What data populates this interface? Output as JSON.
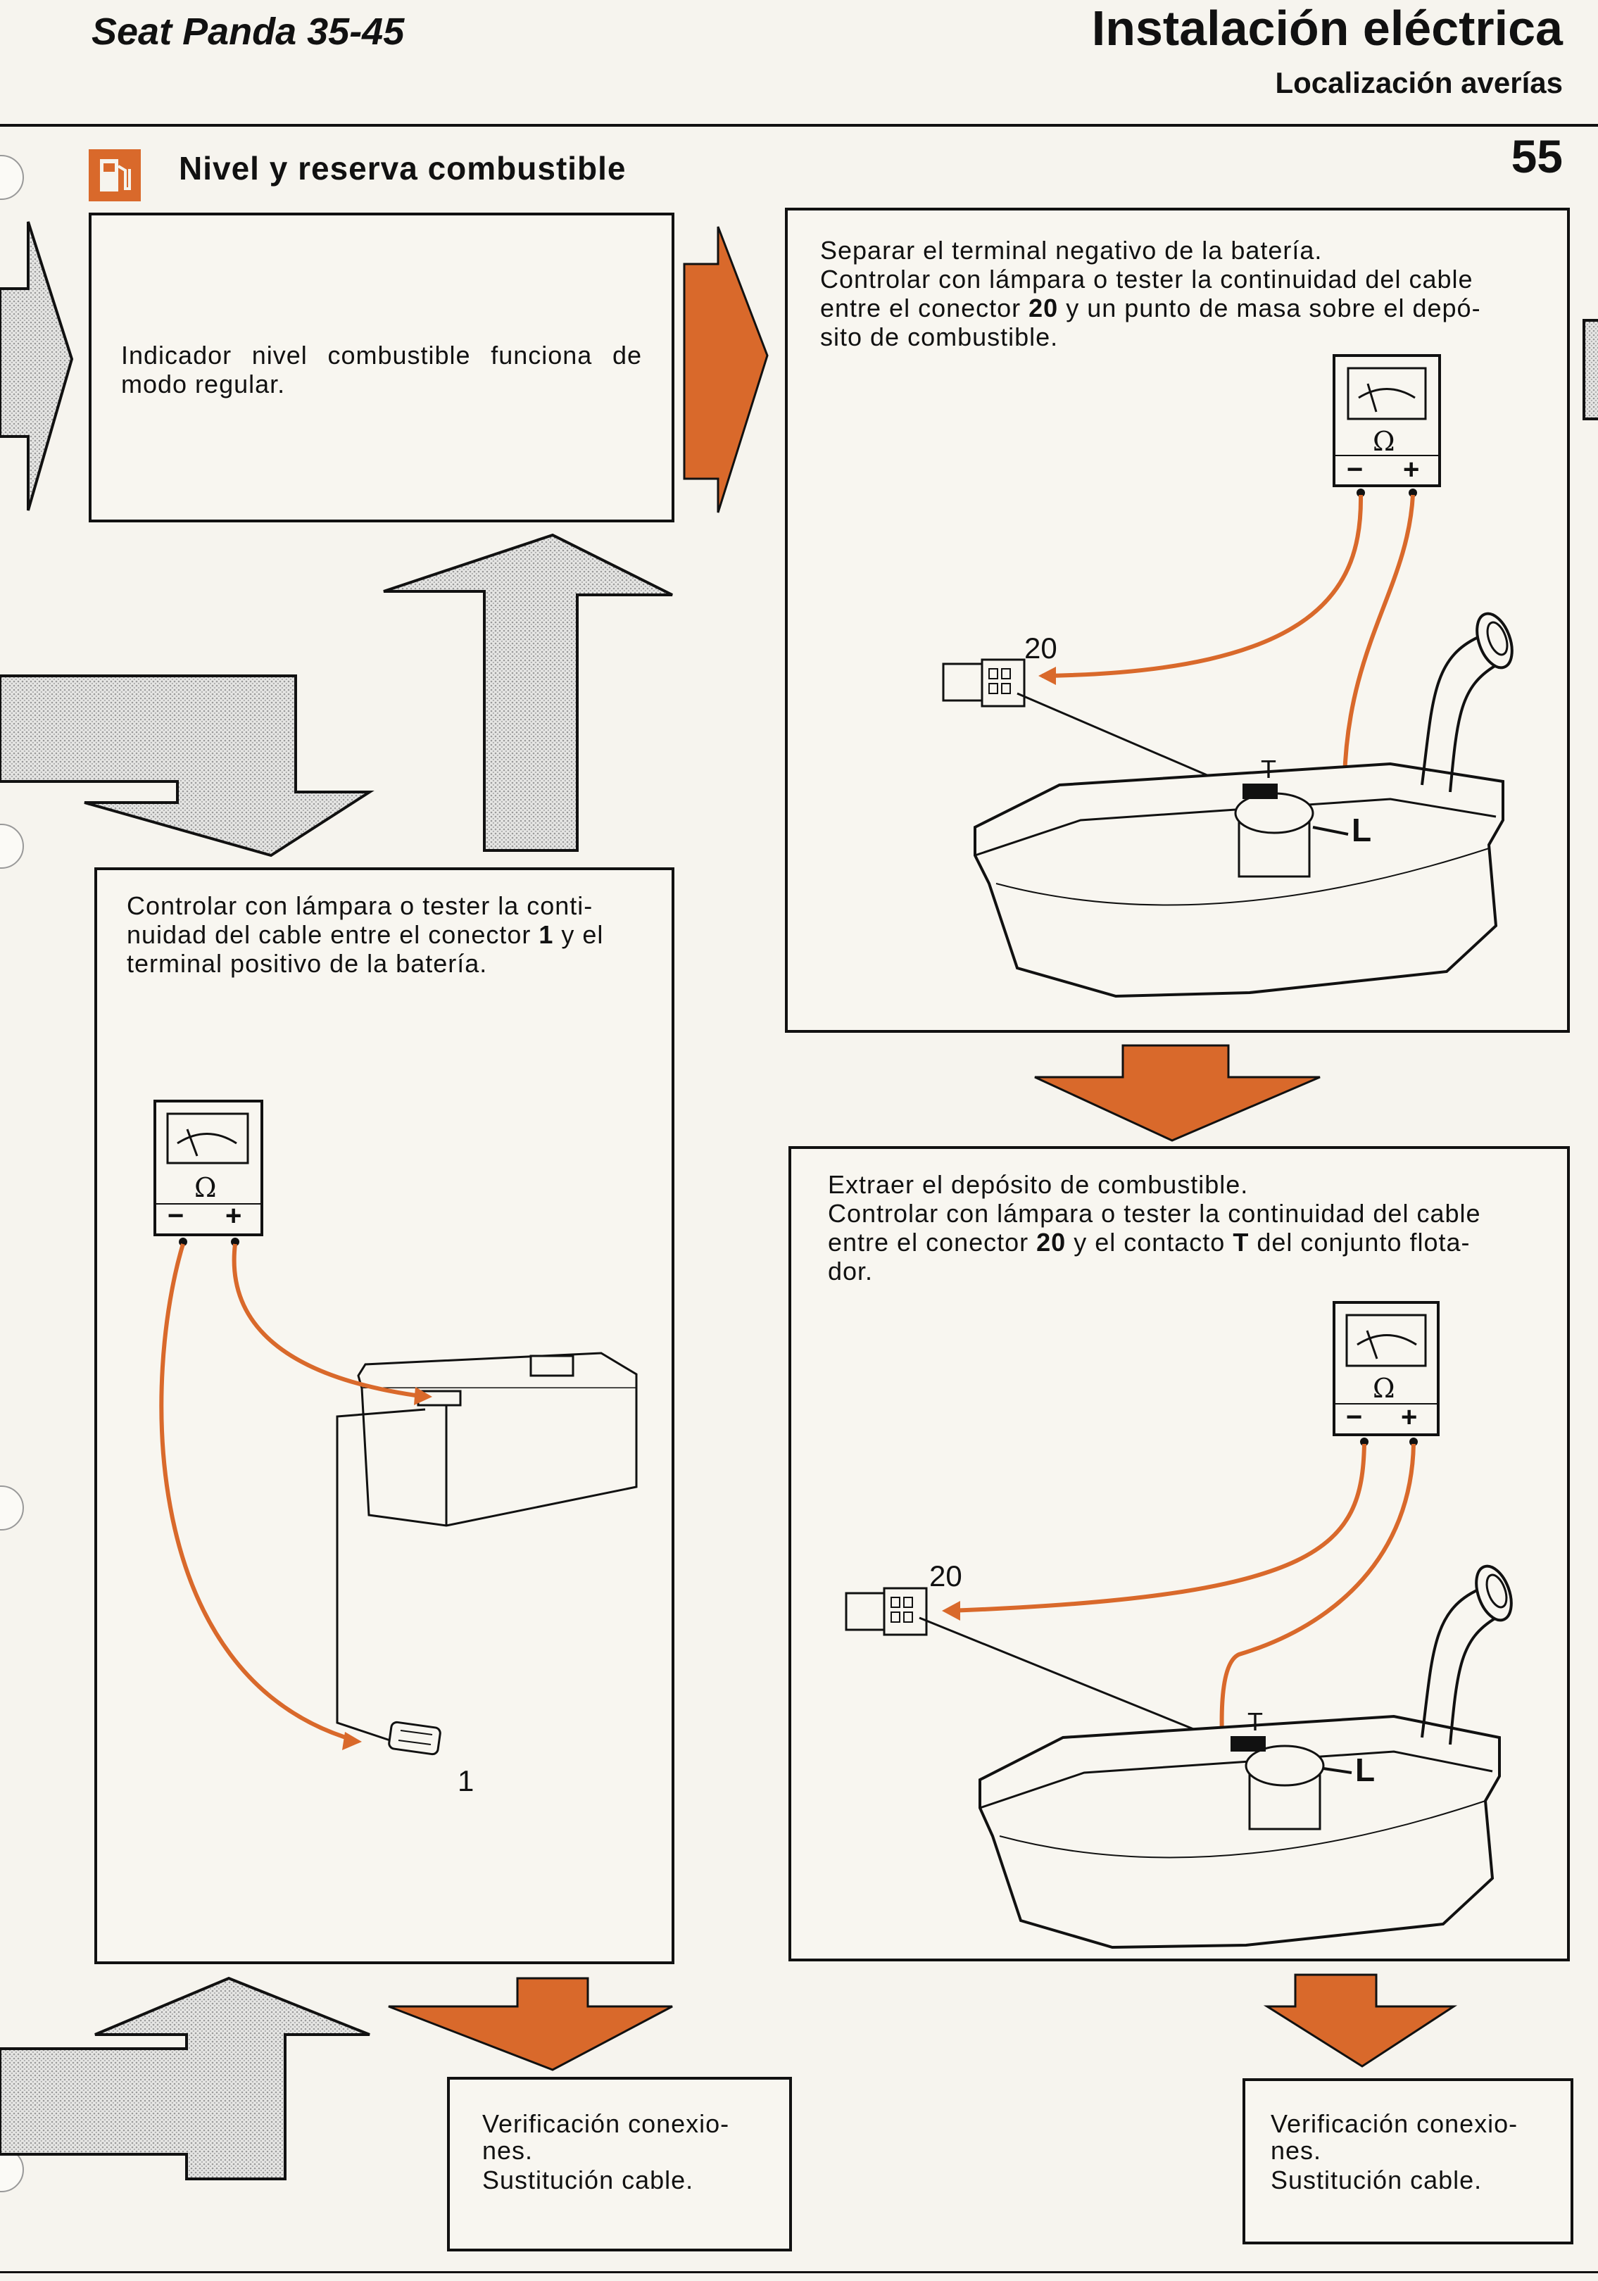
{
  "header": {
    "manual": "Seat Panda 35-45",
    "section": "Instalación eléctrica",
    "subsection": "Localización averías",
    "page_number": "55"
  },
  "title": {
    "icon": "fuel-pump-icon",
    "text": "Nivel y reserva combustible"
  },
  "colors": {
    "accent_orange": "#d9692b",
    "ink": "#111111",
    "paper": "#f6f4ee",
    "stipple": "#c9c9c9"
  },
  "steps": {
    "indicator_ok": "Indicador nivel combustible funciona de modo regular.",
    "tank_check_title_a": "Separar el terminal negativo de la batería.",
    "tank_check_title_b_1": "Controlar con lámpara o tester la continuidad del cable",
    "tank_check_title_b_2": "entre el conector ",
    "tank_check_connector": "20",
    "tank_check_title_b_3": " y un punto de masa sobre el depó-",
    "tank_check_title_b_4": "sito de combustible.",
    "battery_check_1": "Controlar con lámpara o tester la conti-",
    "battery_check_2": "nuidad del cable entre el conector ",
    "battery_check_connector": "1",
    "battery_check_3": " y el",
    "battery_check_4": "terminal positivo de la batería.",
    "float_check_1": "Extraer el depósito de combustible.",
    "float_check_2": "Controlar con lámpara o tester la continuidad del cable",
    "float_check_3": "entre el conector ",
    "float_check_connector": "20",
    "float_check_4": " y el contacto ",
    "float_check_contact": "T",
    "float_check_5": " del conjunto flota-",
    "float_check_6": "dor.",
    "remedy_left_1": "Verificación  conexio-",
    "remedy_left_2": "nes.",
    "remedy_left_3": "Sustitución cable.",
    "remedy_right_1": "Verificación  conexio-",
    "remedy_right_2": "nes.",
    "remedy_right_3": "Sustitución cable."
  },
  "diagram_labels": {
    "ohm": "Ω",
    "minus": "−",
    "plus": "+",
    "connector_20": "20",
    "connector_1": "1",
    "contact_t": "T",
    "contact_l": "L"
  }
}
